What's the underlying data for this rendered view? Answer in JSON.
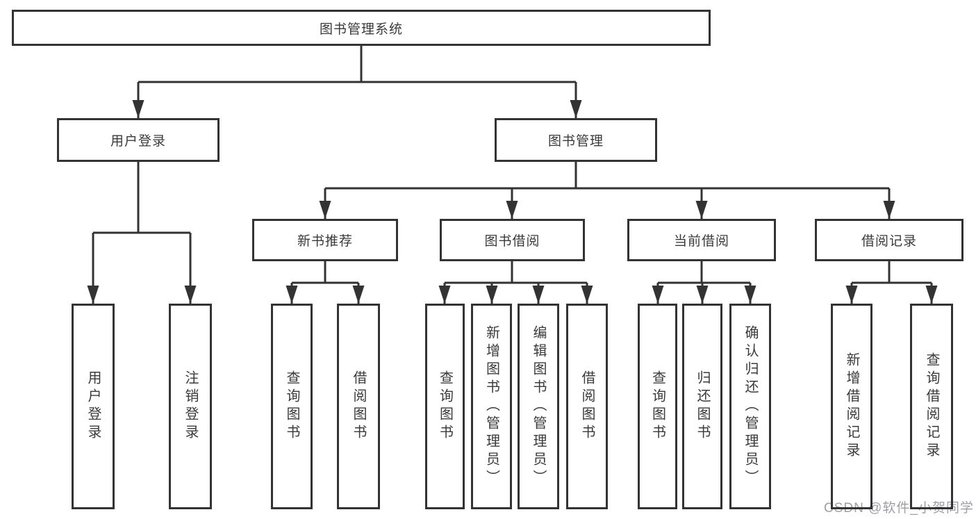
{
  "tree": {
    "root": {
      "label": "图书管理系统",
      "children": [
        {
          "label": "用户登录",
          "children": [
            {
              "label": "用户登录"
            },
            {
              "label": "注销登录"
            }
          ]
        },
        {
          "label": "图书管理",
          "children": [
            {
              "label": "新书推荐",
              "children": [
                {
                  "label": "查询图书"
                },
                {
                  "label": "借阅图书"
                }
              ]
            },
            {
              "label": "图书借阅",
              "children": [
                {
                  "label": "查询图书"
                },
                {
                  "label": "新增图书（管理员）"
                },
                {
                  "label": "编辑图书（管理员）"
                },
                {
                  "label": "借阅图书"
                }
              ]
            },
            {
              "label": "当前借阅",
              "children": [
                {
                  "label": "查询图书"
                },
                {
                  "label": "归还图书"
                },
                {
                  "label": "确认归还（管理员）"
                }
              ]
            },
            {
              "label": "借阅记录",
              "children": [
                {
                  "label": "新增借阅记录"
                },
                {
                  "label": "查询借阅记录"
                }
              ]
            }
          ]
        }
      ]
    }
  },
  "watermark": {
    "text": "CSDN @软件_小贺同学"
  },
  "colors": {
    "line": "#333333",
    "text": "#3a3a3a",
    "background": "#ffffff",
    "watermark": "#9e9ea6"
  }
}
